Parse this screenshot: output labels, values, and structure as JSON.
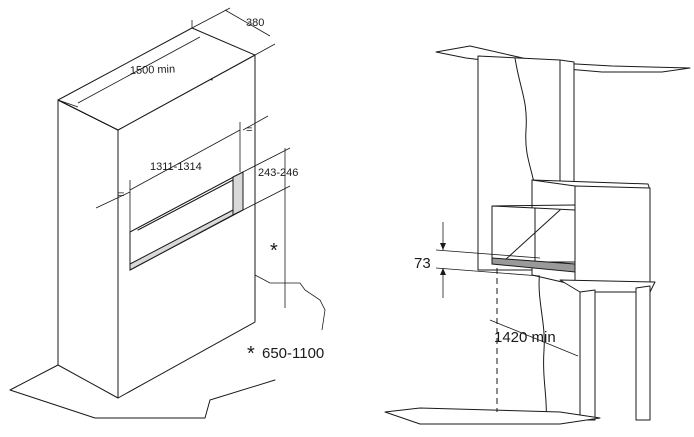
{
  "left_view": {
    "width_min_label": "1500 min",
    "depth_label": "380",
    "niche_width_label": "1311-1314",
    "niche_height_label": "243-246",
    "equal_sign_top": "=",
    "equal_sign_left": "=",
    "asterisk_label": "*",
    "height_range_label": "650-1100",
    "height_range_marker": "*"
  },
  "right_view": {
    "gap_label": "73",
    "floor_height_label": "1420 min"
  }
}
